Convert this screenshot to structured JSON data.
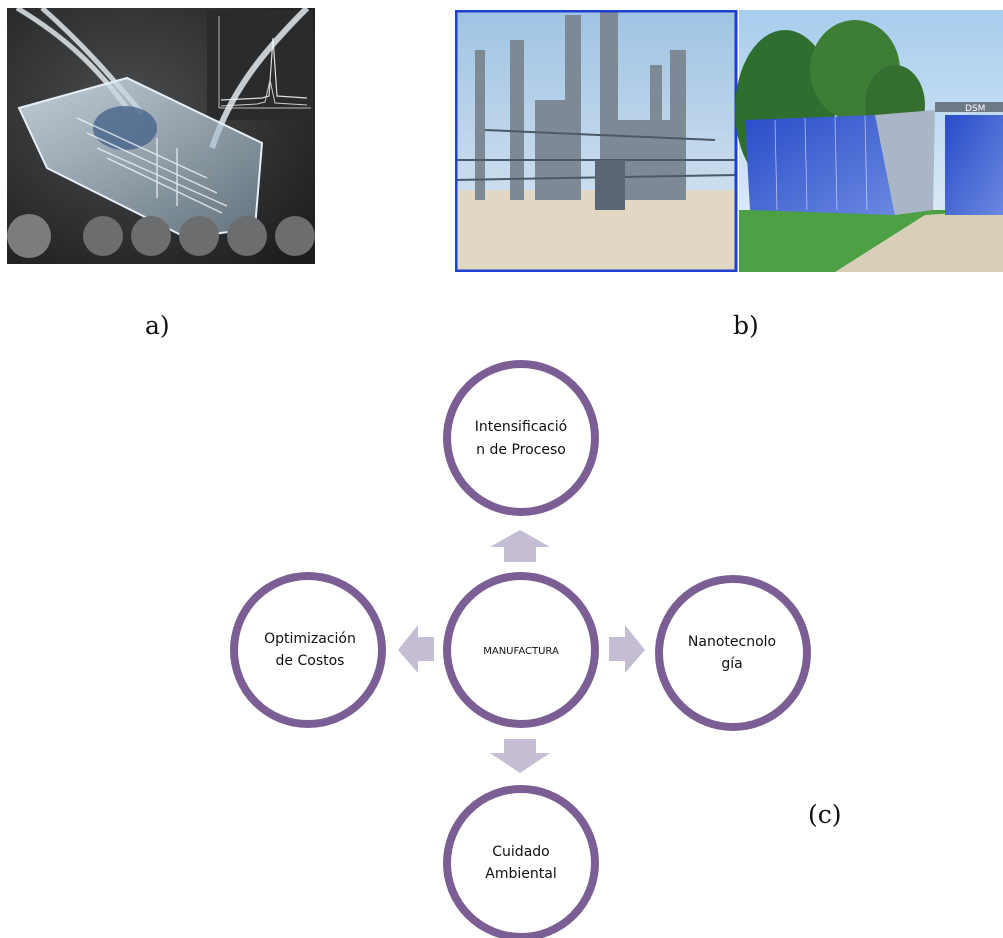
{
  "captions": {
    "a": "a)",
    "b": "b)",
    "c": "(c)"
  },
  "diagram": {
    "center": "MANUFACTURA",
    "top": [
      "Intensificació",
      "n de Proceso"
    ],
    "left": [
      "Optimización",
      "de Costos"
    ],
    "right": [
      "Nanotecnolo",
      "gía"
    ],
    "bottom": [
      "Cuidado",
      "Ambiental"
    ]
  },
  "photo_b_sign": "DSM",
  "colors": {
    "ring": "#7b5f94",
    "arrow": "#c5bdd3",
    "frame": "#1e3fd0"
  }
}
